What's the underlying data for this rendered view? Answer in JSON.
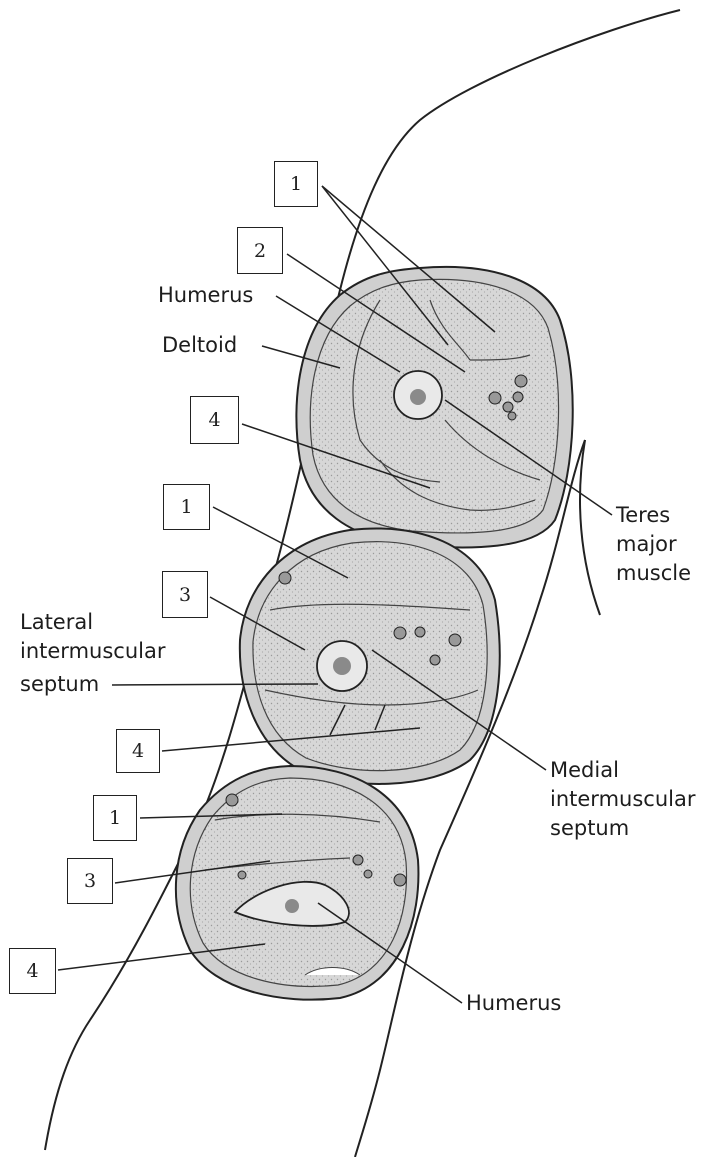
{
  "labels": {
    "humerus_top": "Humerus",
    "deltoid": "Deltoid",
    "teres_line1": "Teres",
    "teres_line2": "major",
    "teres_line3": "muscle",
    "lateral_line1": "Lateral",
    "lateral_line2": "intermuscular",
    "lateral_line3": "septum",
    "medial_line1": "Medial",
    "medial_line2": "intermuscular",
    "medial_line3": "septum",
    "humerus_bottom": "Humerus"
  },
  "boxes": {
    "top_1": "1",
    "top_2": "2",
    "top_4": "4",
    "mid_1": "1",
    "mid_3": "3",
    "mid_4": "4",
    "bot_1": "1",
    "bot_3": "3",
    "bot_4": "4"
  },
  "colors": {
    "ink": "#222222",
    "muscle_fill": "#d9d9d9",
    "section_fill": "#c8c8c8",
    "bone_fill": "#e9e9e9"
  }
}
